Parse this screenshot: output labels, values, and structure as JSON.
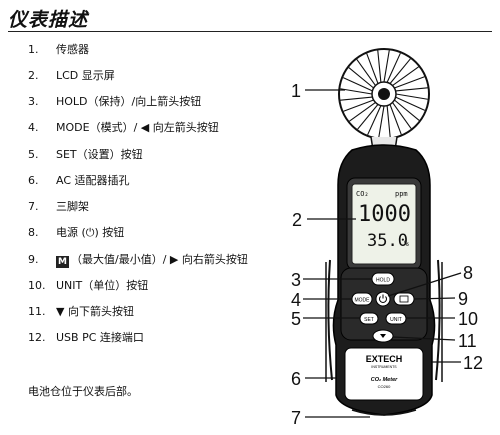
{
  "title": "仪表描述",
  "items": [
    {
      "num": "1.",
      "text": "传感器"
    },
    {
      "num": "2.",
      "text": "LCD 显示屏"
    },
    {
      "num": "3.",
      "text": "HOLD（保持）/向上箭头按钮"
    },
    {
      "num": "4.",
      "text": "MODE（模式）/ ◀ 向左箭头按钮"
    },
    {
      "num": "5.",
      "text": "SET（设置）按钮"
    },
    {
      "num": "6.",
      "text": "AC 适配器插孔"
    },
    {
      "num": "7.",
      "text": "三脚架"
    },
    {
      "num": "8.",
      "text": "电源 (⏻) 按钮"
    },
    {
      "num": "9.",
      "text": "（最大值/最小值）/ ▶ 向右箭头按钮",
      "badge": "M"
    },
    {
      "num": "10.",
      "text": "UNIT（单位）按钮"
    },
    {
      "num": "11.",
      "text": "▼ 向下箭头按钮"
    },
    {
      "num": "12.",
      "text": "USB PC 连接端口"
    }
  ],
  "footnote": "电池仓位于仪表后部。",
  "device": {
    "lcd_gas": "CO₂",
    "lcd_unit_top": "ppm",
    "lcd_value_top": "1000",
    "lcd_value_bottom": "35.0",
    "lcd_unit_bottom": "%",
    "btn_hold": "HOLD",
    "btn_mode": "MODE",
    "btn_set": "SET",
    "btn_unit": "UNIT",
    "brand": "EXTECH",
    "brand_sub": "INSTRUMENTS",
    "model_name": "CO₂ Meter",
    "model_code": "CO260"
  },
  "callouts": [
    "1",
    "2",
    "3",
    "4",
    "5",
    "6",
    "7",
    "8",
    "9",
    "10",
    "11",
    "12"
  ]
}
